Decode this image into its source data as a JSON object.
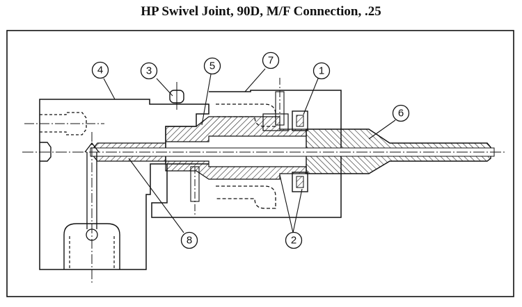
{
  "title": "HP Swivel Joint, 90D, M/F Connection, .25",
  "colors": {
    "line": "#111111",
    "background": "#ffffff"
  },
  "callouts": [
    {
      "id": "c1",
      "label": "1"
    },
    {
      "id": "c2",
      "label": "2"
    },
    {
      "id": "c3",
      "label": "3"
    },
    {
      "id": "c4",
      "label": "4"
    },
    {
      "id": "c5",
      "label": "5"
    },
    {
      "id": "c6",
      "label": "6"
    },
    {
      "id": "c7",
      "label": "7"
    },
    {
      "id": "c8",
      "label": "8"
    }
  ]
}
